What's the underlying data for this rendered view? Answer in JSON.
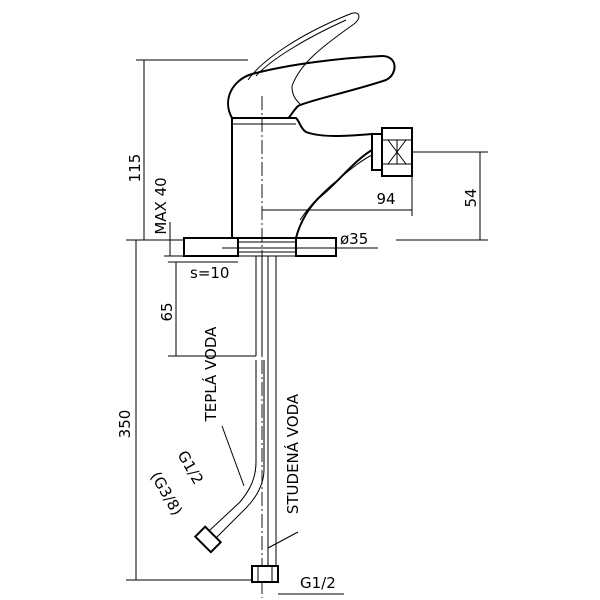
{
  "dimensions": {
    "height_total": "115",
    "max_thickness": "MAX 40",
    "spout_reach": "94",
    "spout_height": "54",
    "hole_diameter": "ø35",
    "washer_thickness": "s=10",
    "hose_insert": "65",
    "hose_length": "350"
  },
  "labels": {
    "hot_water": "TEPLÁ VODA",
    "cold_water": "STUDENÁ VODA",
    "thread_hot": "G1/2",
    "thread_hot_alt": "(G3/8)",
    "thread_cold": "G1/2"
  }
}
